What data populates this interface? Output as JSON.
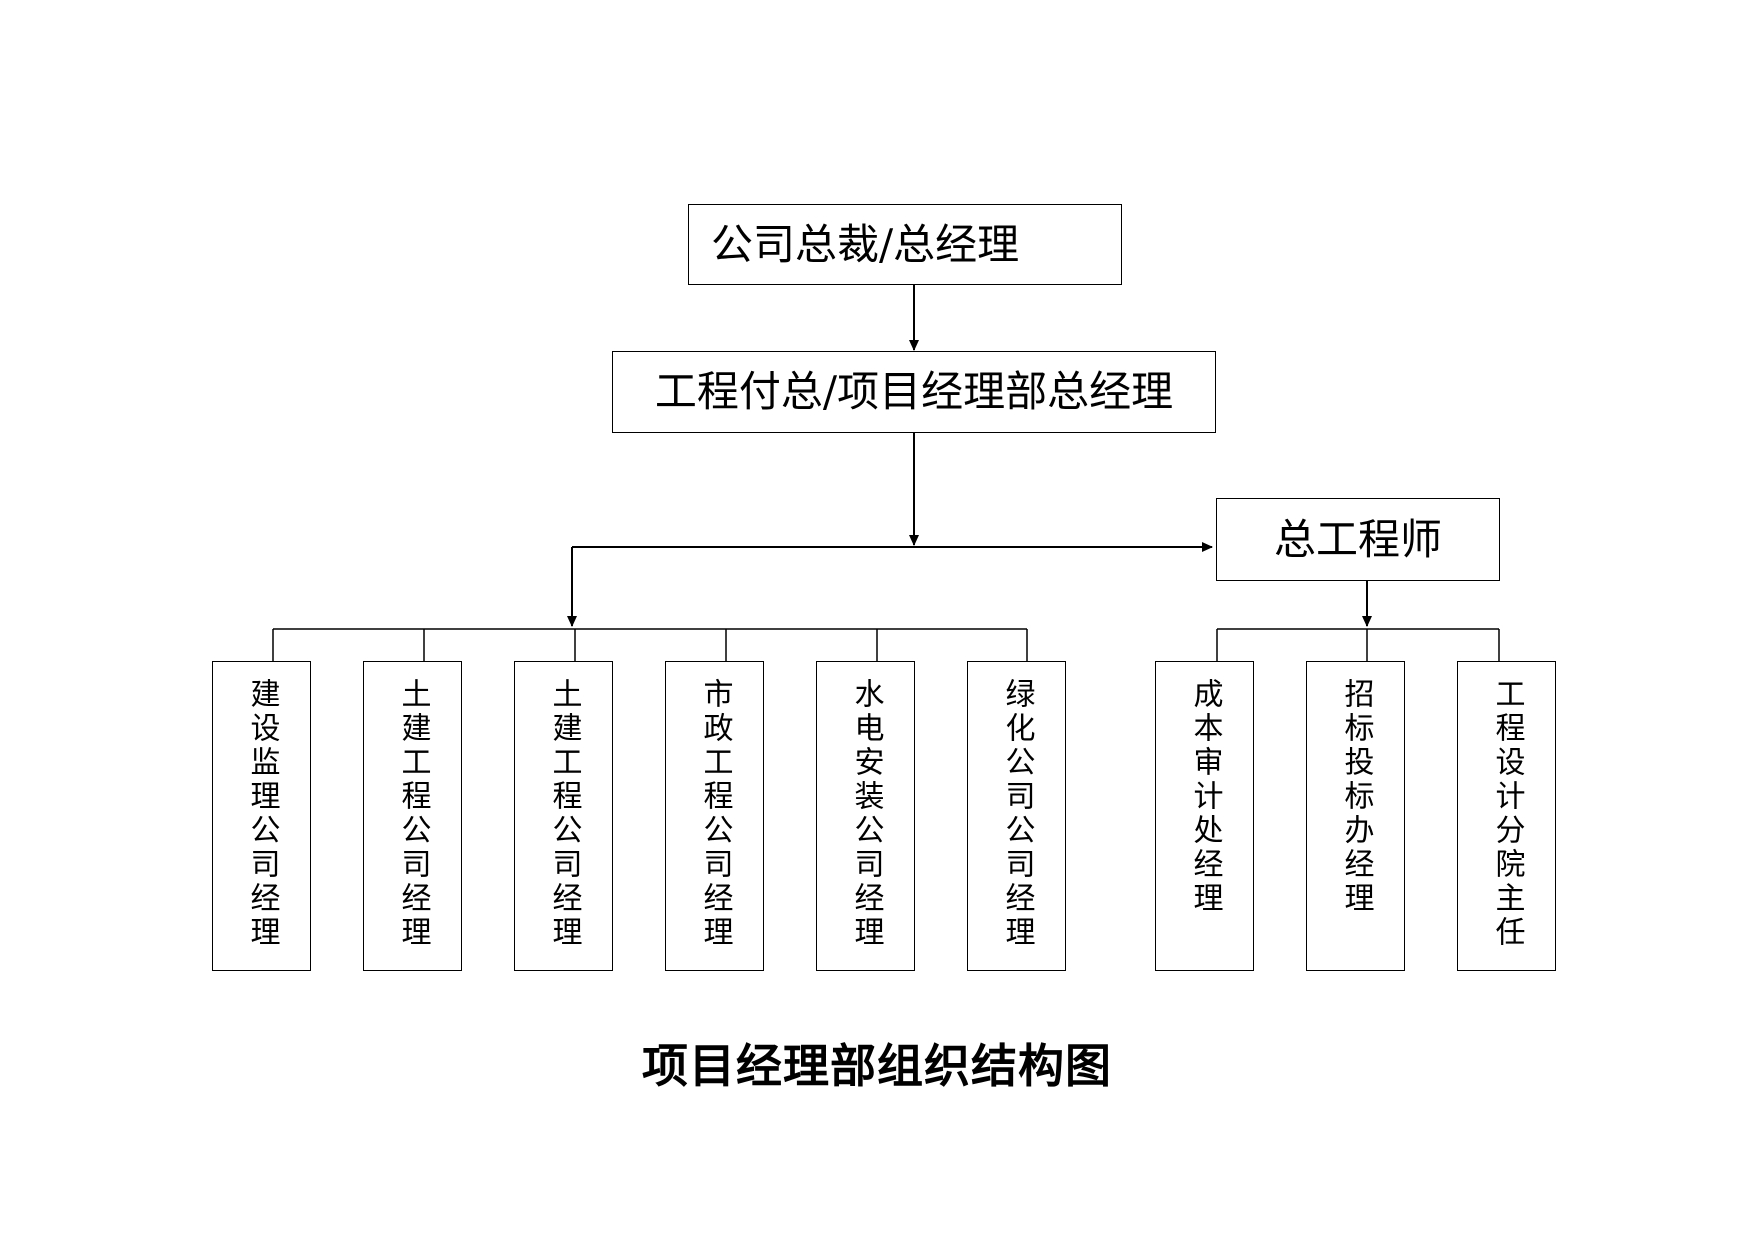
{
  "top": {
    "label": "公司总裁/总经理"
  },
  "second": {
    "label": "工程付总/项目经理部总经理"
  },
  "chief_engineer": {
    "label": "总工程师"
  },
  "left_branch": [
    {
      "label": "建设监理公司经理"
    },
    {
      "label": "土建工程公司经理"
    },
    {
      "label": "土建工程公司经理"
    },
    {
      "label": "市政工程公司经理"
    },
    {
      "label": "水电安装公司经理"
    },
    {
      "label": "绿化公司公司经理"
    }
  ],
  "right_branch": [
    {
      "label": "成本审计处经理"
    },
    {
      "label": "招标投标办经理"
    },
    {
      "label": "工程设计分院主任"
    }
  ],
  "caption": "项目经理部组织结构图",
  "colors": {
    "line": "#000000",
    "box_border": "#000000",
    "background": "#ffffff"
  }
}
